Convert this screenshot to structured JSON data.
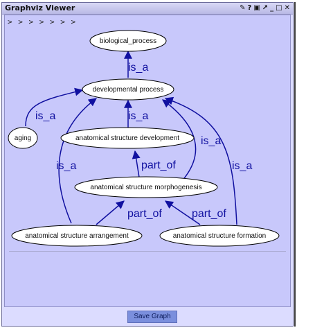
{
  "window": {
    "title": "Graphviz Viewer",
    "toolbar_icons": [
      "wrench-icon",
      "help-icon",
      "window-icon",
      "pin-icon",
      "minimize-icon",
      "maximize-icon",
      "close-icon"
    ],
    "toolbar_glyphs": [
      "✎",
      "?",
      "▣",
      "↗",
      "_",
      "□",
      "✕"
    ]
  },
  "breadcrumb": "> > > > > > >",
  "graph": {
    "nodes": [
      {
        "id": "biological_process",
        "label": "biological_process"
      },
      {
        "id": "developmental_process",
        "label": "developmental process"
      },
      {
        "id": "aging",
        "label": "aging"
      },
      {
        "id": "anatomical_structure_development",
        "label": "anatomical structure development"
      },
      {
        "id": "anatomical_structure_morphogenesis",
        "label": "anatomical structure morphogenesis"
      },
      {
        "id": "anatomical_structure_arrangement",
        "label": "anatomical structure arrangement"
      },
      {
        "id": "anatomical_structure_formation",
        "label": "anatomical structure formation"
      }
    ],
    "edge_labels": [
      "is_a",
      "is_a",
      "is_a",
      "is_a",
      "is_a",
      "part_of",
      "is_a",
      "part_of",
      "part_of"
    ]
  },
  "buttons": {
    "save": "Save Graph"
  }
}
